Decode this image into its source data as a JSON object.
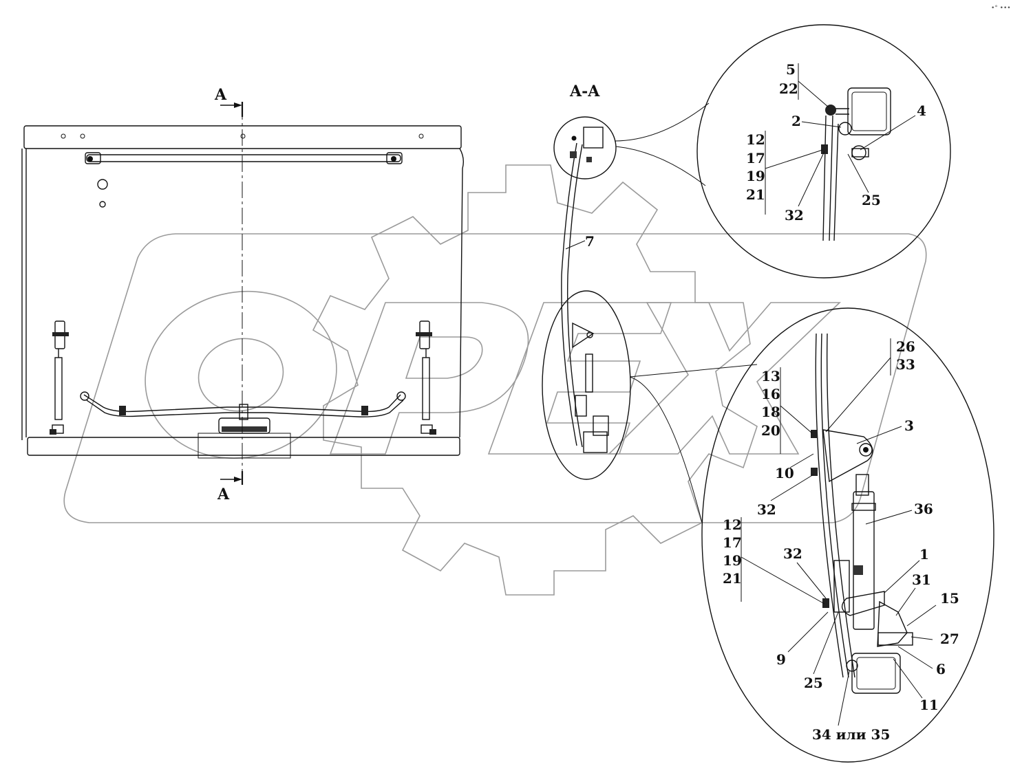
{
  "corner_mark": "•° •••",
  "watermark": {
    "text": "OPEX"
  },
  "section": {
    "marker_top": "A",
    "marker_bottom": "A",
    "view_title": "A-A"
  },
  "main_view": {
    "leader_label": "7"
  },
  "detail_top": {
    "labels": {
      "a": "5",
      "b": "22",
      "c": "2",
      "d": "4",
      "e": "12",
      "f": "17",
      "g": "19",
      "h": "21",
      "i": "25",
      "j": "32"
    }
  },
  "detail_bottom": {
    "labels": {
      "a": "26",
      "b": "33",
      "c": "13",
      "d": "16",
      "e": "18",
      "f": "20",
      "g": "3",
      "h": "10",
      "i": "32",
      "j": "36",
      "k": "12",
      "l": "17",
      "m": "19",
      "n": "21",
      "o": "32",
      "p": "1",
      "q": "31",
      "r": "15",
      "s": "27",
      "t": "6",
      "u": "9",
      "v": "25",
      "w": "11",
      "x": "34 или 35"
    }
  }
}
